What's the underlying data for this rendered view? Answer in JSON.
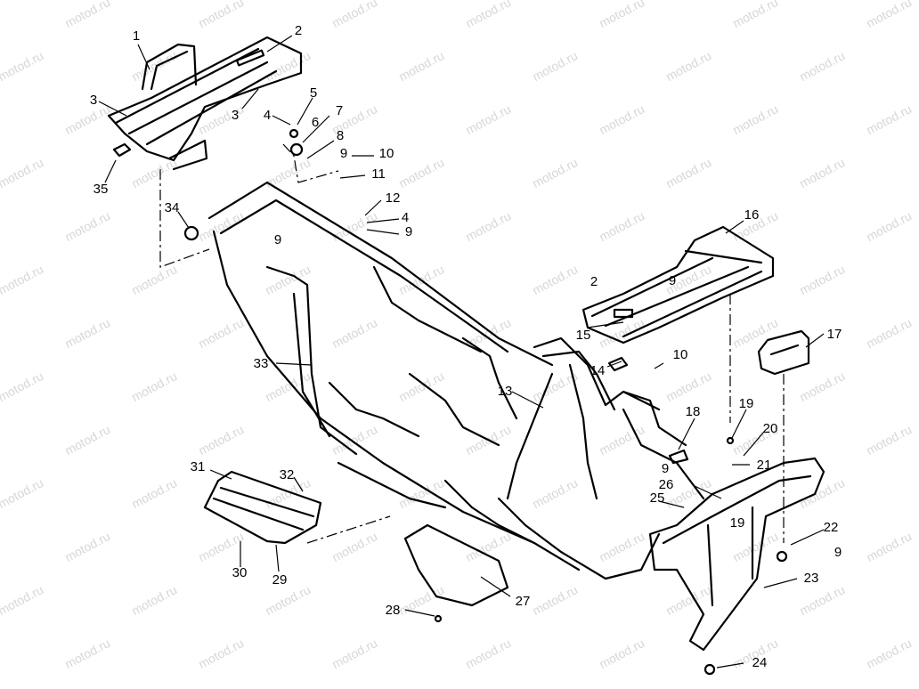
{
  "watermark": "motod.ru",
  "callouts": [
    {
      "id": "1",
      "label": "1"
    },
    {
      "id": "2a",
      "label": "2"
    },
    {
      "id": "2b",
      "label": "2"
    },
    {
      "id": "3a",
      "label": "3"
    },
    {
      "id": "3b",
      "label": "3"
    },
    {
      "id": "4a",
      "label": "4"
    },
    {
      "id": "4b",
      "label": "4"
    },
    {
      "id": "5",
      "label": "5"
    },
    {
      "id": "6",
      "label": "6"
    },
    {
      "id": "7",
      "label": "7"
    },
    {
      "id": "8",
      "label": "8"
    },
    {
      "id": "9a",
      "label": "9"
    },
    {
      "id": "9b",
      "label": "9"
    },
    {
      "id": "9c",
      "label": "9"
    },
    {
      "id": "9d",
      "label": "9"
    },
    {
      "id": "9e",
      "label": "9"
    },
    {
      "id": "9f",
      "label": "9"
    },
    {
      "id": "10a",
      "label": "10"
    },
    {
      "id": "10b",
      "label": "10"
    },
    {
      "id": "11",
      "label": "11"
    },
    {
      "id": "12",
      "label": "12"
    },
    {
      "id": "13",
      "label": "13"
    },
    {
      "id": "14",
      "label": "14"
    },
    {
      "id": "15",
      "label": "15"
    },
    {
      "id": "16",
      "label": "16"
    },
    {
      "id": "17",
      "label": "17"
    },
    {
      "id": "18",
      "label": "18"
    },
    {
      "id": "19a",
      "label": "19"
    },
    {
      "id": "19b",
      "label": "19"
    },
    {
      "id": "20",
      "label": "20"
    },
    {
      "id": "21",
      "label": "21"
    },
    {
      "id": "22",
      "label": "22"
    },
    {
      "id": "23",
      "label": "23"
    },
    {
      "id": "24",
      "label": "24"
    },
    {
      "id": "25",
      "label": "25"
    },
    {
      "id": "26",
      "label": "26"
    },
    {
      "id": "27",
      "label": "27"
    },
    {
      "id": "28",
      "label": "28"
    },
    {
      "id": "29",
      "label": "29"
    },
    {
      "id": "30",
      "label": "30"
    },
    {
      "id": "31",
      "label": "31"
    },
    {
      "id": "32",
      "label": "32"
    },
    {
      "id": "33",
      "label": "33"
    },
    {
      "id": "34",
      "label": "34"
    },
    {
      "id": "35",
      "label": "35"
    }
  ]
}
